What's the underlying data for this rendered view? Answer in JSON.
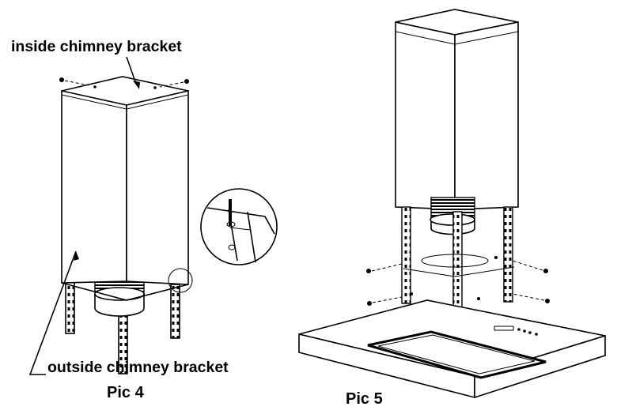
{
  "labels": {
    "inside_bracket": "inside chimney bracket",
    "outside_bracket": "outside chimney bracket",
    "pic4": "Pic 4",
    "pic5": "Pic 5"
  },
  "colors": {
    "ink": "#000000",
    "paper": "#ffffff"
  }
}
